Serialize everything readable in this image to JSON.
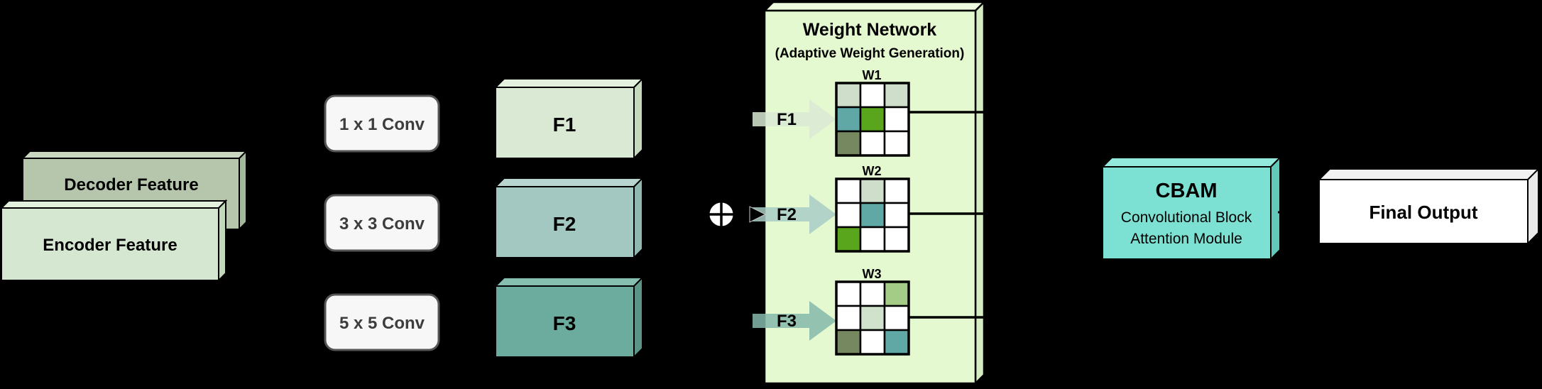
{
  "background": "#000000",
  "connectors": {
    "color": "#000000",
    "arrowhead_fill": "#000000",
    "arrowhead_edge": "#c8c8c8"
  },
  "operators": {
    "fusion": {
      "type": "circle-plus",
      "symbol": "⊕",
      "fill": "#ffffff",
      "cross": "#000000"
    }
  },
  "nodes": {
    "decoder": {
      "label": "Decoder Feature",
      "front": "#b6c6ad",
      "top": "#c9d6c0",
      "side": "#a6b89c"
    },
    "encoder": {
      "label": "Encoder Feature",
      "front": "#d6e7d1",
      "top": "#e3f0dd",
      "side": "#c3d8bb"
    },
    "conv_row": {
      "fill": "#f7f7f7",
      "border": "#555555",
      "text_color": "#3d3d3d",
      "items": [
        {
          "label": "1 x 1 Conv"
        },
        {
          "label": "3 x 3 Conv"
        },
        {
          "label": "5 x 5 Conv"
        }
      ]
    },
    "features": [
      {
        "label": "F1",
        "front": "#d9e9d4",
        "top": "#e4f1de",
        "side": "#c5d9bd"
      },
      {
        "label": "F2",
        "front": "#a3c8c2",
        "top": "#b8d6cf",
        "side": "#8fb8b1"
      },
      {
        "label": "F3",
        "front": "#6cac9e",
        "top": "#86bfb0",
        "side": "#5b9588"
      }
    ],
    "weight_network": {
      "title": "Weight Network",
      "subtitle": "(Adaptive Weight Generation)",
      "front": "#e5f9d0",
      "top": "#effbde",
      "side": "#d6ecc2",
      "arrows": [
        {
          "label": "F1",
          "fill": "#dae9d4"
        },
        {
          "label": "F2",
          "fill": "#a9ccc6"
        },
        {
          "label": "F3",
          "fill": "#86b8ac"
        }
      ],
      "grids": [
        {
          "label": "W1",
          "cells": [
            "#cfdeca",
            "#ffffff",
            "#cfdeca",
            "#5fa8a5",
            "#59a51c",
            "#ffffff",
            "#76885f",
            "#ffffff",
            "#ffffff"
          ]
        },
        {
          "label": "W2",
          "cells": [
            "#ffffff",
            "#cfdeca",
            "#ffffff",
            "#ffffff",
            "#5fa8a5",
            "#ffffff",
            "#59a51c",
            "#ffffff",
            "#ffffff"
          ]
        },
        {
          "label": "W3",
          "cells": [
            "#ffffff",
            "#ffffff",
            "#a4cc87",
            "#ffffff",
            "#d1e2cc",
            "#ffffff",
            "#76885f",
            "#ffffff",
            "#5fa8a5"
          ]
        }
      ]
    },
    "cbam": {
      "title": "CBAM",
      "line1": "Convolutional Block",
      "line2": "Attention Module",
      "front": "#7ce1d3",
      "top": "#93e9dc",
      "side": "#61c8ba"
    },
    "final_output": {
      "label": "Final Output",
      "front": "#ffffff",
      "top": "#f2f2f2",
      "side": "#e9e9e9"
    }
  }
}
